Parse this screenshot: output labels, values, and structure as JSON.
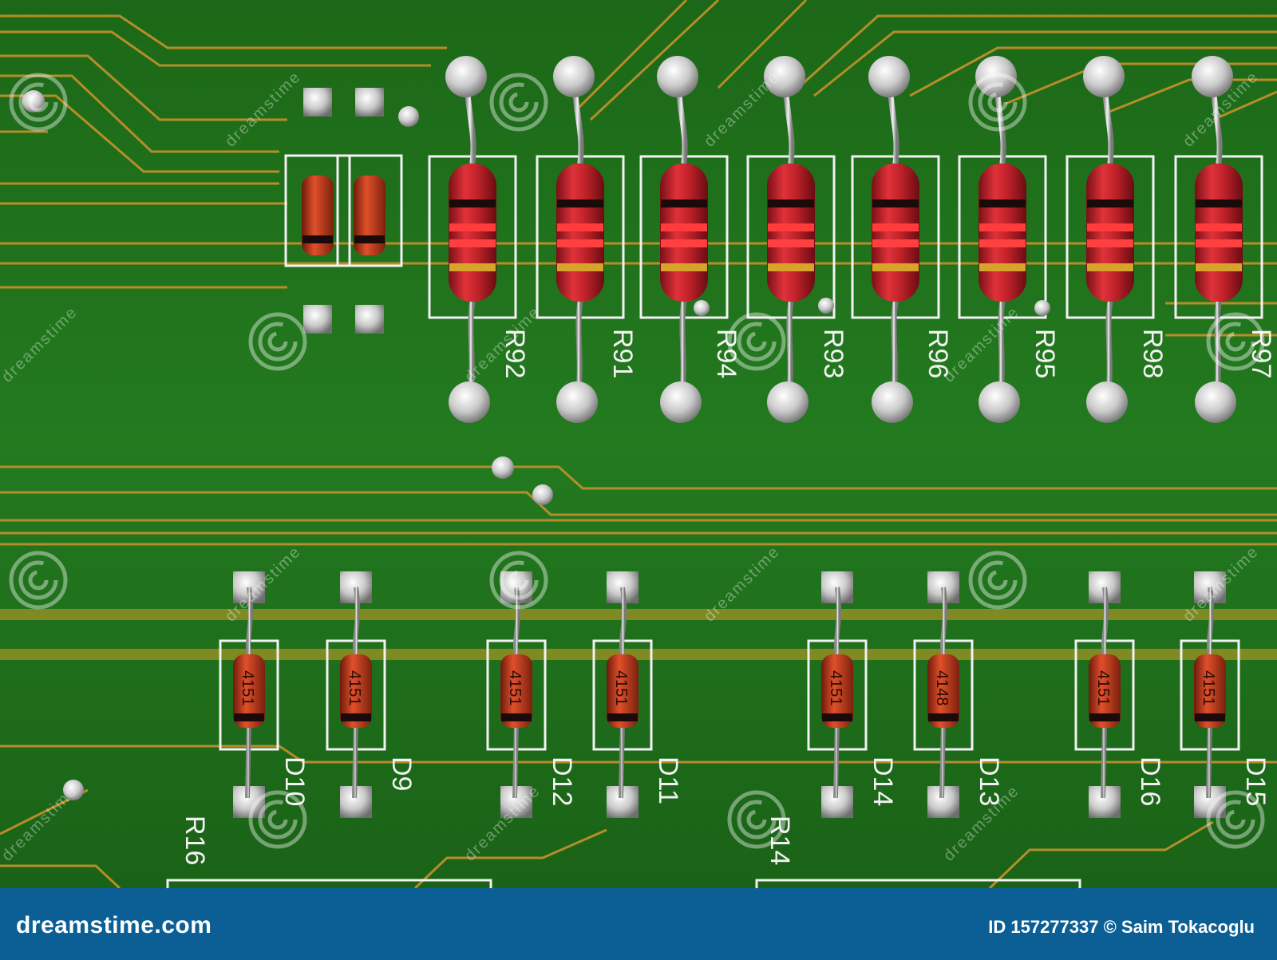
{
  "colors": {
    "board": "#1f6b1c",
    "trace": "#b58d2a",
    "silkscreen": "#f2f2f2",
    "resistor_body": "#c0222a",
    "diode_body": "#d8401f",
    "footer": "#0b5f94"
  },
  "resistor_labels": [
    "R92",
    "R91",
    "R94",
    "R93",
    "R96",
    "R95",
    "R98",
    "R97"
  ],
  "diode_labels": [
    "D10",
    "D9",
    "D12",
    "D11",
    "D14",
    "D13",
    "D16",
    "D15"
  ],
  "diode_marks": [
    "4151",
    "4151",
    "4151",
    "4151",
    "4151",
    "4148",
    "4151",
    "4151"
  ],
  "bottom_labels": [
    "R16",
    "R14"
  ],
  "watermark": {
    "text": "dreamstime",
    "icon": "dreamstime-swirl-icon"
  },
  "footer": {
    "brand": "dreamstime.com",
    "credit": "ID 157277337 © Saim Tokacoglu"
  }
}
